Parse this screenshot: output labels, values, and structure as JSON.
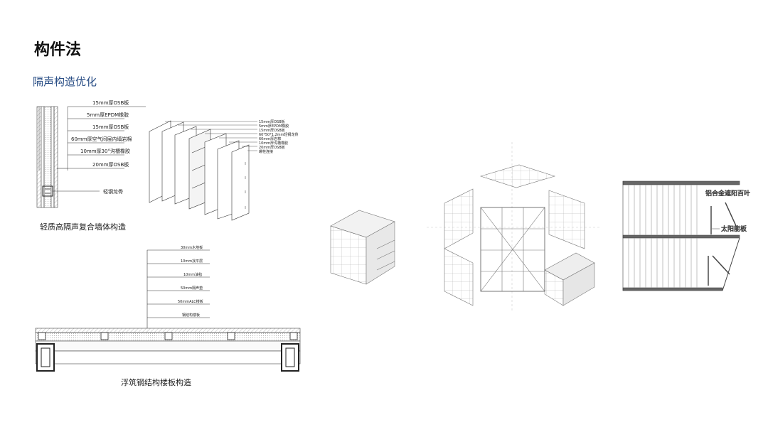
{
  "page": {
    "title": "构件法",
    "subtitle": "隔声构造优化"
  },
  "wall_section": {
    "labels": [
      "15mm厚OSB板",
      "5mm厚EPDM橡胶",
      "15mm厚OSB板",
      "60mm厚空气间层内填岩棉",
      "10mm厚30°沟槽橡胶",
      "20mm厚OSB板"
    ],
    "stud_label": "轻钢龙骨",
    "caption": "轻质高隔声复合墙体构造"
  },
  "wall_exploded": {
    "labels": [
      "15mm厚OSB板",
      "5mm厚EPDM橡胶",
      "15mm厚OSB板",
      "60*50*1.2mm轻钢龙骨",
      "60mm厚岩棉",
      "10mm厚沟槽橡胶",
      "20mm厚OSB板",
      "螺栓连接"
    ]
  },
  "floor_section": {
    "labels": [
      "30mm木地板",
      "10mm找平层",
      "10mm油毡",
      "50mm隔声垫",
      "50mmALC楼板",
      "钢结构楼板"
    ],
    "caption": "浮筑钢结构楼板构造"
  },
  "facade_section": {
    "labels": [
      "铝合金遮阳百叶",
      "太阳能板"
    ]
  }
}
